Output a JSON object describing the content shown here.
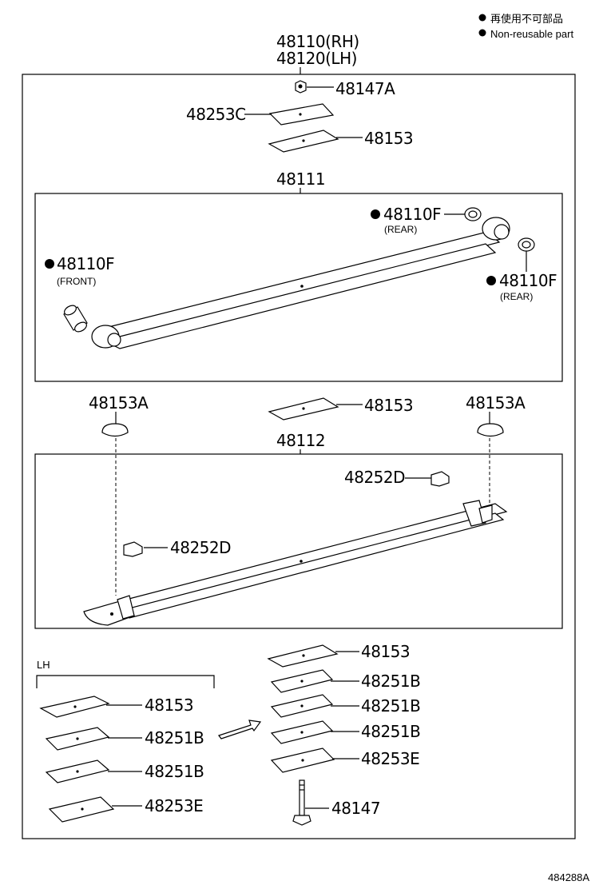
{
  "legend": {
    "marker_icon": "filled-circle",
    "line1": "再使用不可部品",
    "line2": "Non-reusable part"
  },
  "header": {
    "rh": "48110(RH)",
    "lh": "48120(LH)"
  },
  "top_parts": {
    "nut": "48147A",
    "seat_upper": "48253C",
    "pad_upper": "48153"
  },
  "leaf_main": {
    "label": "48111",
    "bushing_rear_top": "48110F",
    "bushing_rear_top_note": "(REAR)",
    "bushing_front": "48110F",
    "bushing_front_note": "(FRONT)",
    "bushing_rear_right": "48110F",
    "bushing_rear_right_note": "(REAR)"
  },
  "middle_parts": {
    "bumper_left": "48153A",
    "pad_middle": "48153",
    "bumper_right": "48153A"
  },
  "leaf_second": {
    "label": "48112",
    "clip_right": "48252D",
    "clip_left": "48252D"
  },
  "lh_stack": {
    "title": "LH",
    "items": [
      "48153",
      "48251B",
      "48251B",
      "48253E"
    ]
  },
  "rh_stack": {
    "items": [
      "48153",
      "48251B",
      "48251B",
      "48251B",
      "48253E"
    ],
    "bolt": "48147"
  },
  "figure_id": "484288A"
}
